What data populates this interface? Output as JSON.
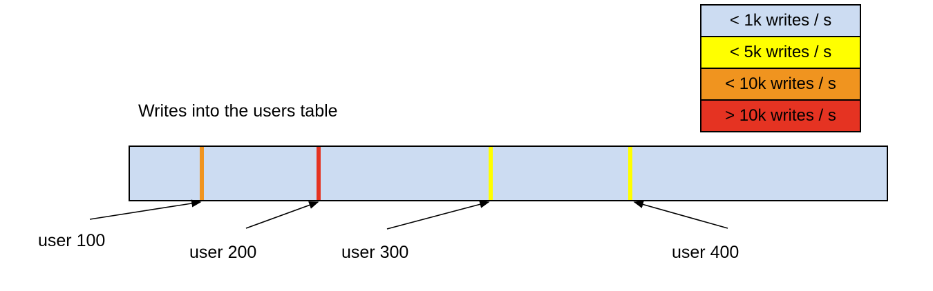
{
  "title": "Writes into the users table",
  "colors": {
    "bar_fill": "#ccdcf2",
    "border": "#000000",
    "lt_1k_blue": "#ccdcf2",
    "lt_5k_yellow": "#ffff00",
    "lt_10k_orange": "#f0941f",
    "gt_10k_red": "#e53322"
  },
  "legend": {
    "items": [
      {
        "label": "< 1k writes / s",
        "color": "#ccdcf2"
      },
      {
        "label": "< 5k writes / s",
        "color": "#ffff00"
      },
      {
        "label": "< 10k writes / s",
        "color": "#f0941f"
      },
      {
        "label": "> 10k writes / s",
        "color": "#e53322"
      }
    ]
  },
  "users": [
    {
      "label": "user 100",
      "mark_color": "#f0941f"
    },
    {
      "label": "user 200",
      "mark_color": "#e53322"
    },
    {
      "label": "user 300",
      "mark_color": "#ffff00"
    },
    {
      "label": "user 400",
      "mark_color": "#ffff00"
    }
  ]
}
